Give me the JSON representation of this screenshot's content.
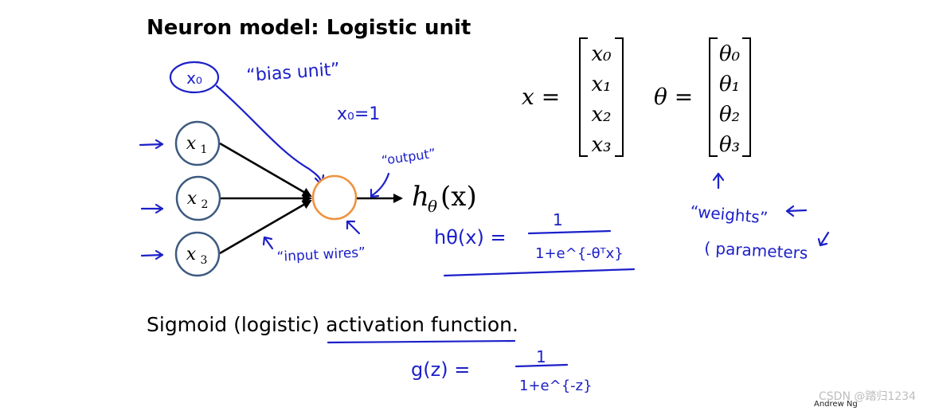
{
  "title": "Neuron model: Logistic unit",
  "subtitle": "Sigmoid (logistic) activation function.",
  "credit": "Andrew Ng",
  "watermark": "CSDN @踏归1234",
  "colors": {
    "ink": "#1c20c9",
    "neuron": "#3d5a80",
    "output_node": "#f0923e",
    "text": "#000000"
  },
  "nodes": {
    "bias": "x₀",
    "x1": "x",
    "x1_sub": "1",
    "x2": "x",
    "x2_sub": "2",
    "x3": "x",
    "x3_sub": "3"
  },
  "output": {
    "h": "h",
    "theta_sub": "θ",
    "arg": "(x)"
  },
  "vectors": {
    "x_label": "x =",
    "x_entries": [
      "x₀",
      "x₁",
      "x₂",
      "x₃"
    ],
    "theta_label": "θ =",
    "theta_entries": [
      "θ₀",
      "θ₁",
      "θ₂",
      "θ₃"
    ]
  },
  "annotations": {
    "bias_unit": "“bias unit”",
    "x0_eq": "x₀=1",
    "output": "“output”",
    "input_wires": "“input wires”",
    "h_formula_left": "hθ(x) =",
    "h_formula_num": "1",
    "h_formula_den": "1+e^{-θᵀx}",
    "weights": "“weights”",
    "parameters": "( parameters",
    "g_left": "g(z) =",
    "g_num": "1",
    "g_den": "1+e^{-z}"
  }
}
